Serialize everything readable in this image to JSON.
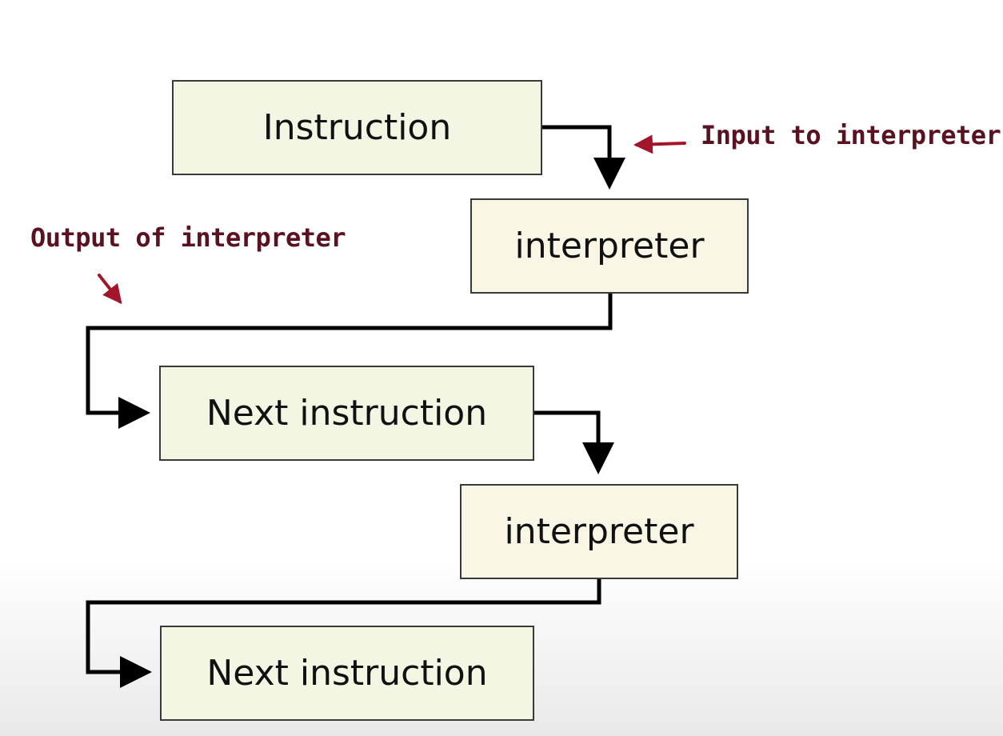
{
  "boxes": {
    "instruction": "Instruction",
    "interpreter_1": "interpreter",
    "next_instruction_1": "Next instruction",
    "interpreter_2": "interpreter",
    "next_instruction_2": "Next instruction"
  },
  "annotations": {
    "input": "Input to interpreter",
    "output": "Output of interpreter"
  },
  "colors": {
    "connector": "#000000",
    "annotation": "#a3152a",
    "box_fill_instruction": "#f4f6e4",
    "box_fill_interpreter": "#f9f6e6",
    "box_border": "#3a3a3a"
  }
}
